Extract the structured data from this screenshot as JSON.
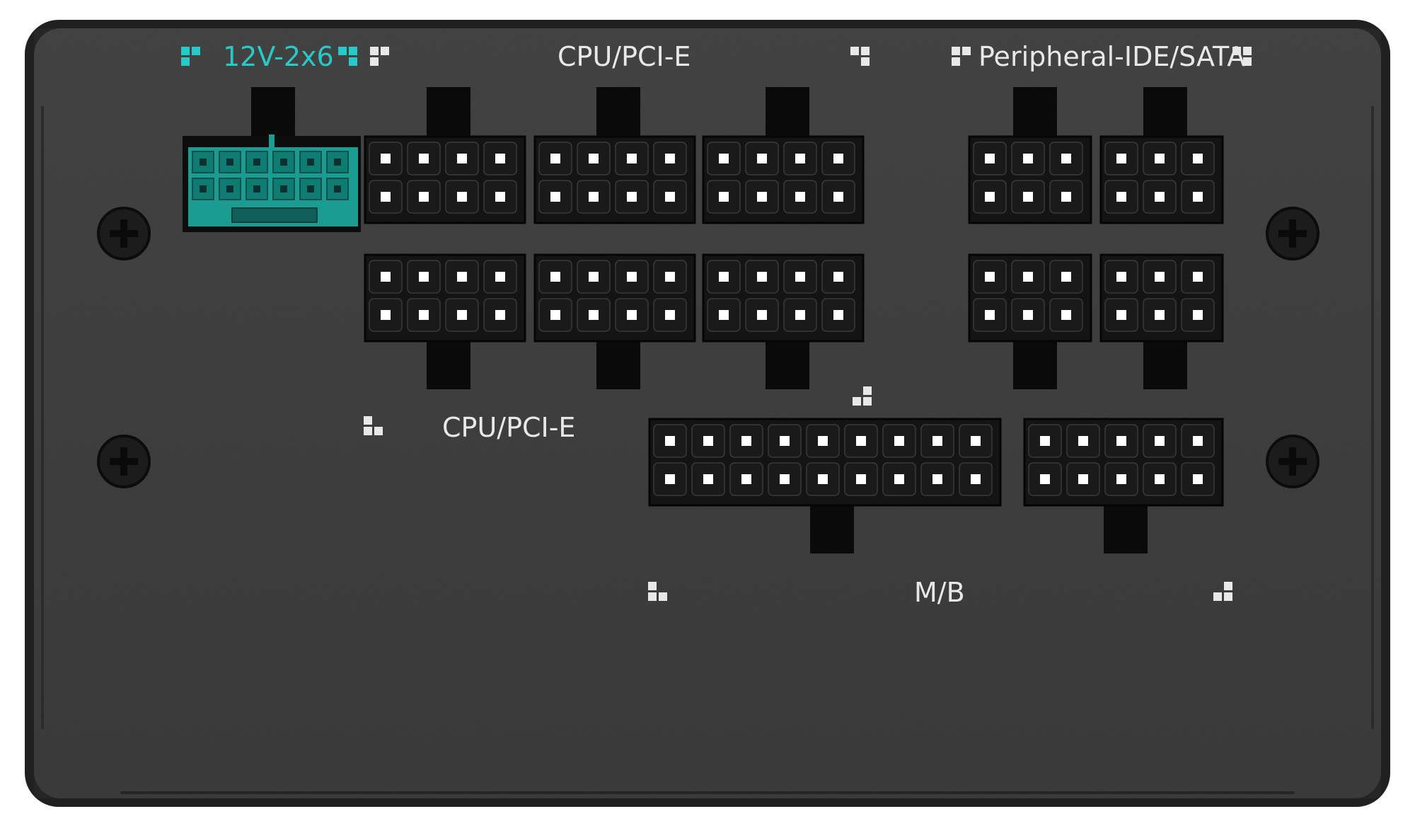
{
  "image": {
    "description_labels": {
      "cpu_pcie_top": "CPU/PCI-E",
      "cpu_pcie_bottom": "CPU/PCI-E",
      "gpu_12v": "12V-2x6",
      "peripheral": "Peripheral-IDE/SATA",
      "motherboard": "M/B"
    }
  },
  "colors": {
    "panel": "#3a3a3a",
    "panel_edge": "#1f1f1f",
    "connector": "#141414",
    "accent_cyan": "#28c9c9",
    "label_text": "#e8e8e8",
    "pin_hole": "#ffffff",
    "teal_connector": "#1a9c93"
  },
  "icons": {
    "screw": "screw-icon",
    "pin_indicator": "pin-layout-icon"
  }
}
